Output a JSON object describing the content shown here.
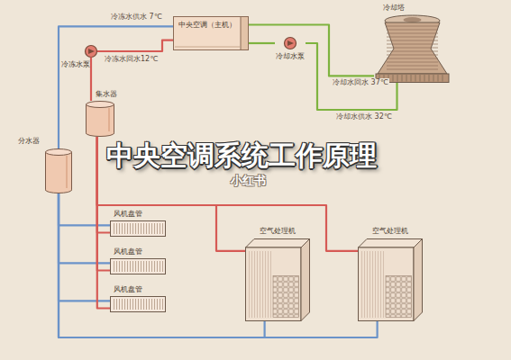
{
  "diagram": {
    "title": "中央空调系统工作原理",
    "nodes": [
      {
        "text": [
          "冷冻水泵"
        ]
      },
      {
        "text": [
          "中央空调（主机）"
        ]
      },
      {
        "text": [
          "冷却水泵"
        ]
      },
      {
        "text": [
          "冷却塔"
        ]
      },
      {
        "text": [
          "集水器"
        ]
      },
      {
        "text": [
          "分水器"
        ]
      },
      {
        "text": [
          "风机盘管"
        ]
      },
      {
        "text": [
          "风机盘管"
        ]
      },
      {
        "text": [
          "风机盘管"
        ]
      },
      {
        "text": [
          "空气处理机"
        ]
      },
      {
        "text": [
          "空气处理机"
        ]
      }
    ],
    "edges": [
      {
        "from": 1,
        "to": 5,
        "label": "冷冻水供水 7℃",
        "arrow": "none"
      },
      {
        "from": 4,
        "to": 0,
        "arrow": "none"
      },
      {
        "from": 0,
        "to": 1,
        "label": "冷冻水回水12℃",
        "arrow": "none"
      },
      {
        "from": 1,
        "to": 3,
        "label": "冷却水回水 37℃",
        "arrow": "none"
      },
      {
        "from": 3,
        "to": 2,
        "label": "冷却水供水 32℃",
        "arrow": "none"
      },
      {
        "from": 2,
        "to": 1,
        "arrow": "none"
      },
      {
        "from": 5,
        "to": 6,
        "arrow": "none"
      },
      {
        "from": 5,
        "to": 7,
        "arrow": "none"
      },
      {
        "from": 5,
        "to": 8,
        "arrow": "none"
      },
      {
        "from": 5,
        "to": 9,
        "arrow": "none"
      },
      {
        "from": 5,
        "to": 10,
        "arrow": "none"
      },
      {
        "from": 6,
        "to": 4,
        "arrow": "none"
      },
      {
        "from": 7,
        "to": 4,
        "arrow": "none"
      },
      {
        "from": 8,
        "to": 4,
        "arrow": "none"
      },
      {
        "from": 9,
        "to": 4,
        "arrow": "none"
      },
      {
        "from": 10,
        "to": 4,
        "arrow": "none"
      }
    ],
    "labels": [
      "小红书"
    ]
  }
}
